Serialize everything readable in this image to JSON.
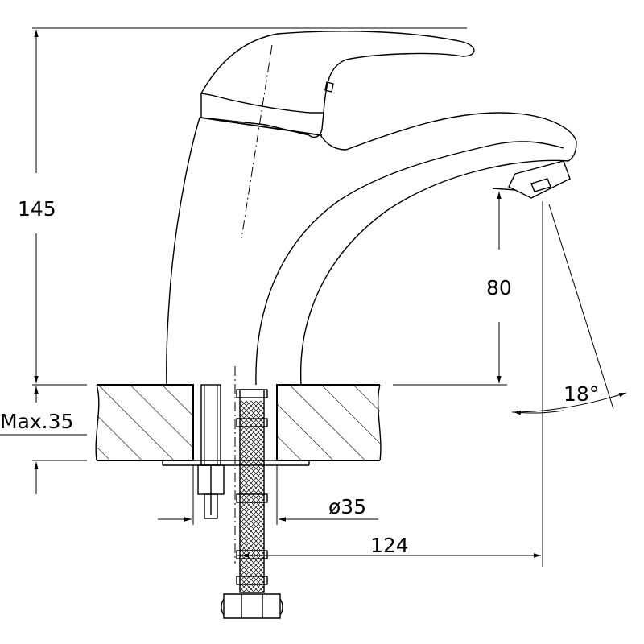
{
  "dimensions": {
    "height_total": "145",
    "spout_clearance": "80",
    "max_thickness": "Max.35",
    "hole_diameter": "ø35",
    "spout_reach": "124",
    "swivel_angle": "18°"
  }
}
